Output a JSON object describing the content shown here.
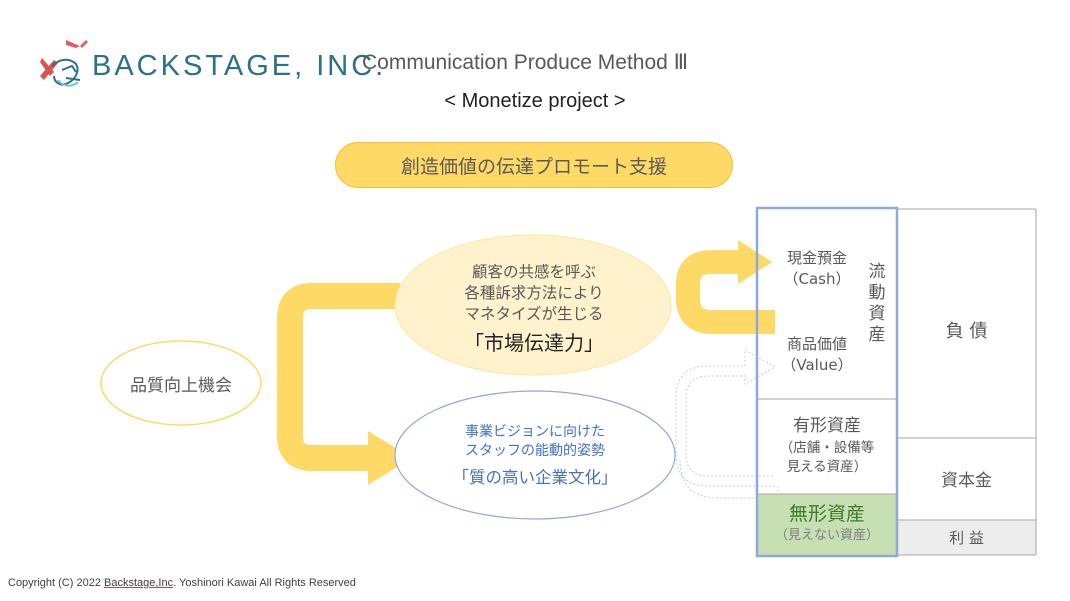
{
  "header": {
    "logo_text": "BACKSTAGE, INC.",
    "title": "Communication Produce Method Ⅲ",
    "subtitle": "< Monetize project >"
  },
  "banner": {
    "label": "創造価値の伝達プロモート支援"
  },
  "ellipses": {
    "quality": {
      "label": "品質向上機会"
    },
    "market": {
      "lines": [
        "顧客の共感を呼ぶ",
        "各種訴求方法により",
        "マネタイズが生じる"
      ],
      "key": "「市場伝達力」"
    },
    "culture": {
      "lines": [
        "事業ビジョンに向けた",
        "スタッフの能動的姿勢"
      ],
      "key": "「質の高い企業文化」"
    }
  },
  "balance_sheet": {
    "cash": {
      "line1": "現金預金",
      "line2": "（Cash）"
    },
    "current_assets_label": "流動資産",
    "value": {
      "line1": "商品価値",
      "line2": "（Value）"
    },
    "tangible": {
      "title": "有形資産",
      "line1": "（店舗・設備等",
      "line2": "見える資産）"
    },
    "intangible": {
      "title": "無形資産",
      "line1": "（見えない資産）"
    },
    "liabilities": "負 債",
    "capital": "資本金",
    "profit": "利 益"
  },
  "colors": {
    "yellow_arrow": "#ffd966",
    "banner_fill": "#ffd966",
    "market_fill": "#fff2cc",
    "culture_border": "#8ea9db",
    "intangible_fill": "#c6e0b4",
    "bs_border": "#8eaadb",
    "profit_fill": "#ededed"
  },
  "footer": {
    "copyright_prefix": "Copyright (C) 2022 ",
    "copyright_company": "Backstage,Inc",
    "copyright_suffix": ". Yoshinori Kawai All Rights Reserved"
  }
}
